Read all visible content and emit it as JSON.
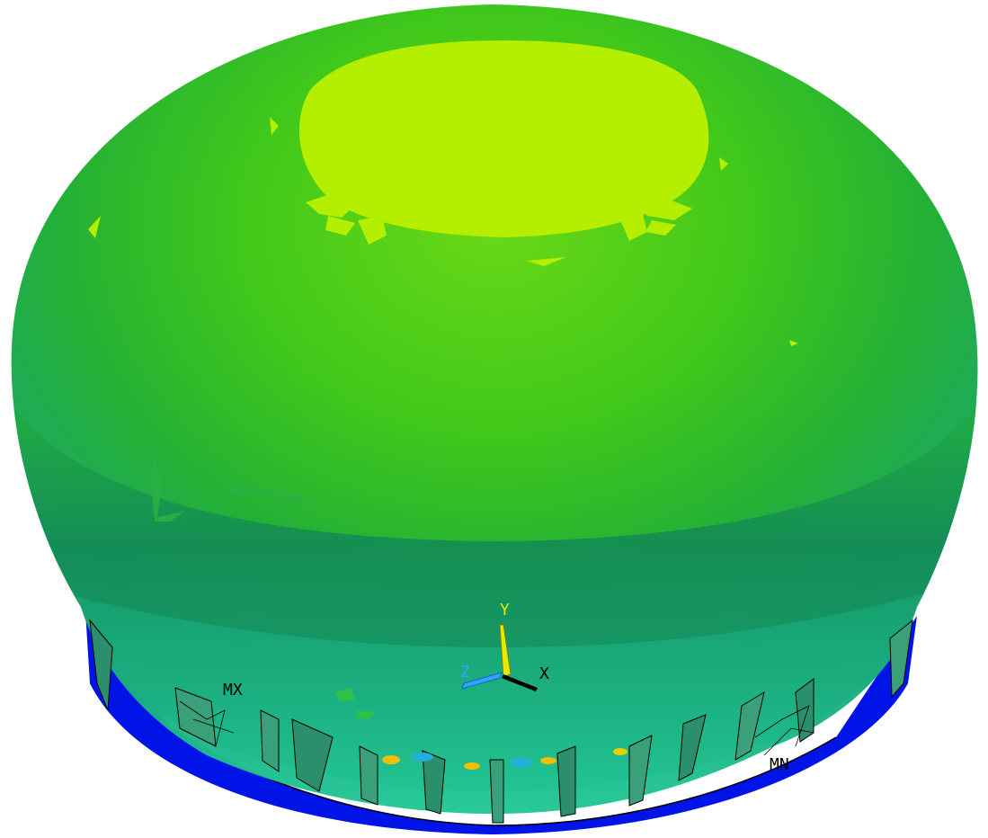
{
  "labels": {
    "max_marker": "MX",
    "min_marker": "MN"
  },
  "axes": {
    "y_label": "Y",
    "x_label": "X",
    "z_label": "Z"
  },
  "colors": {
    "background": "#ffffff",
    "cap": "#b8f000",
    "dome_top": "#4ccc10",
    "dome_mid": "#2fb34a",
    "dome_lower": "#1cae6a",
    "band_dark": "#138a55",
    "base_blue": "#0014e8",
    "stiffener_teal": "#2a8f6a",
    "hot_spot": "#f0c000",
    "y_axis": "#e8e800",
    "z_axis": "#3aa0ff",
    "x_axis": "#000000"
  }
}
